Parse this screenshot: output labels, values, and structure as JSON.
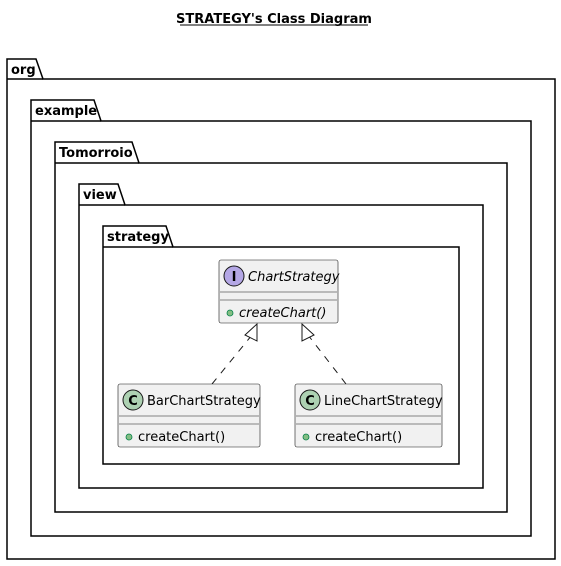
{
  "diagram": {
    "title": "STRATEGY's Class Diagram",
    "packages": {
      "org": "org",
      "example": "example",
      "tomorroio": "Tomorroio",
      "view": "view",
      "strategy": "strategy"
    },
    "classes": {
      "chart_strategy": {
        "stereotype_letter": "I",
        "name": "ChartStrategy",
        "method": "createChart()",
        "badge_color": "#B4A7E5"
      },
      "bar_chart_strategy": {
        "stereotype_letter": "C",
        "name": "BarChartStrategy",
        "method": "createChart()",
        "badge_color": "#ADD1B2"
      },
      "line_chart_strategy": {
        "stereotype_letter": "C",
        "name": "LineChartStrategy",
        "method": "createChart()",
        "badge_color": "#ADD1B2"
      }
    },
    "visibility_color": "#84BE84",
    "box_fill": "#F1F1F1"
  }
}
